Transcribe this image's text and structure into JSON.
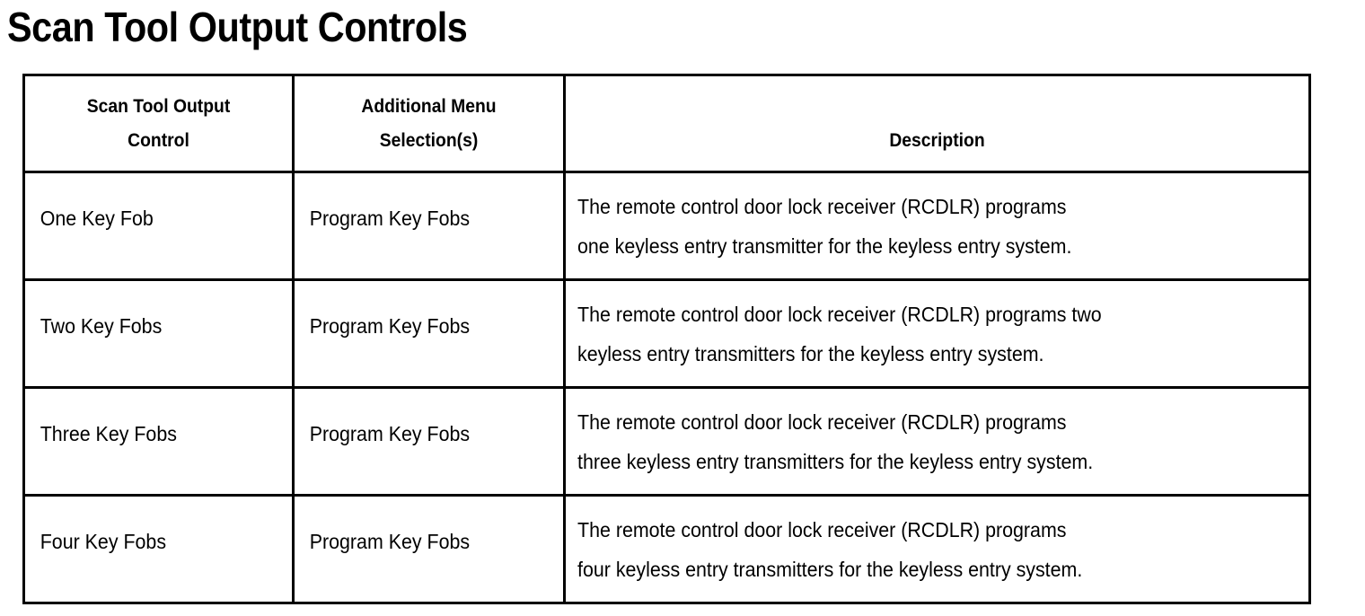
{
  "page": {
    "title": "Scan Tool Output Controls",
    "background_color": "#ffffff",
    "text_color": "#000000",
    "border_color": "#000000"
  },
  "table": {
    "columns": [
      {
        "id": "scan-tool-output-control",
        "header_line1": "Scan Tool Output",
        "header_line2": "Control"
      },
      {
        "id": "additional-menu-selection",
        "header_line1": "Additional Menu",
        "header_line2": "Selection(s)"
      },
      {
        "id": "description",
        "header_line1": "Description",
        "header_line2": ""
      }
    ],
    "rows": [
      {
        "control": "One Key Fob",
        "menu": "Program Key Fobs",
        "description_line1": "The remote control door lock receiver (RCDLR) programs",
        "description_line2": "one keyless entry transmitter for the keyless entry system.",
        "description": "The remote control door lock receiver (RCDLR) programs one keyless entry transmitter for the keyless entry system."
      },
      {
        "control": "Two Key Fobs",
        "menu": "Program Key Fobs",
        "description_line1": "The remote control door lock receiver (RCDLR) programs two",
        "description_line2": "keyless entry transmitters for the keyless entry system.",
        "description": "The remote control door lock receiver (RCDLR) programs two keyless entry transmitters for the keyless entry system."
      },
      {
        "control": "Three Key Fobs",
        "menu": "Program Key Fobs",
        "description_line1": "The remote control door lock receiver (RCDLR) programs",
        "description_line2": "three keyless entry transmitters for the keyless entry system.",
        "description": "The remote control door lock receiver (RCDLR) programs three keyless entry transmitters for the keyless entry system."
      },
      {
        "control": "Four Key Fobs",
        "menu": "Program Key Fobs",
        "description_line1": "The remote control door lock receiver (RCDLR) programs",
        "description_line2": "four keyless entry transmitters for the keyless entry system.",
        "description": "The remote control door lock receiver (RCDLR) programs four keyless entry transmitters for the keyless entry system."
      }
    ]
  }
}
